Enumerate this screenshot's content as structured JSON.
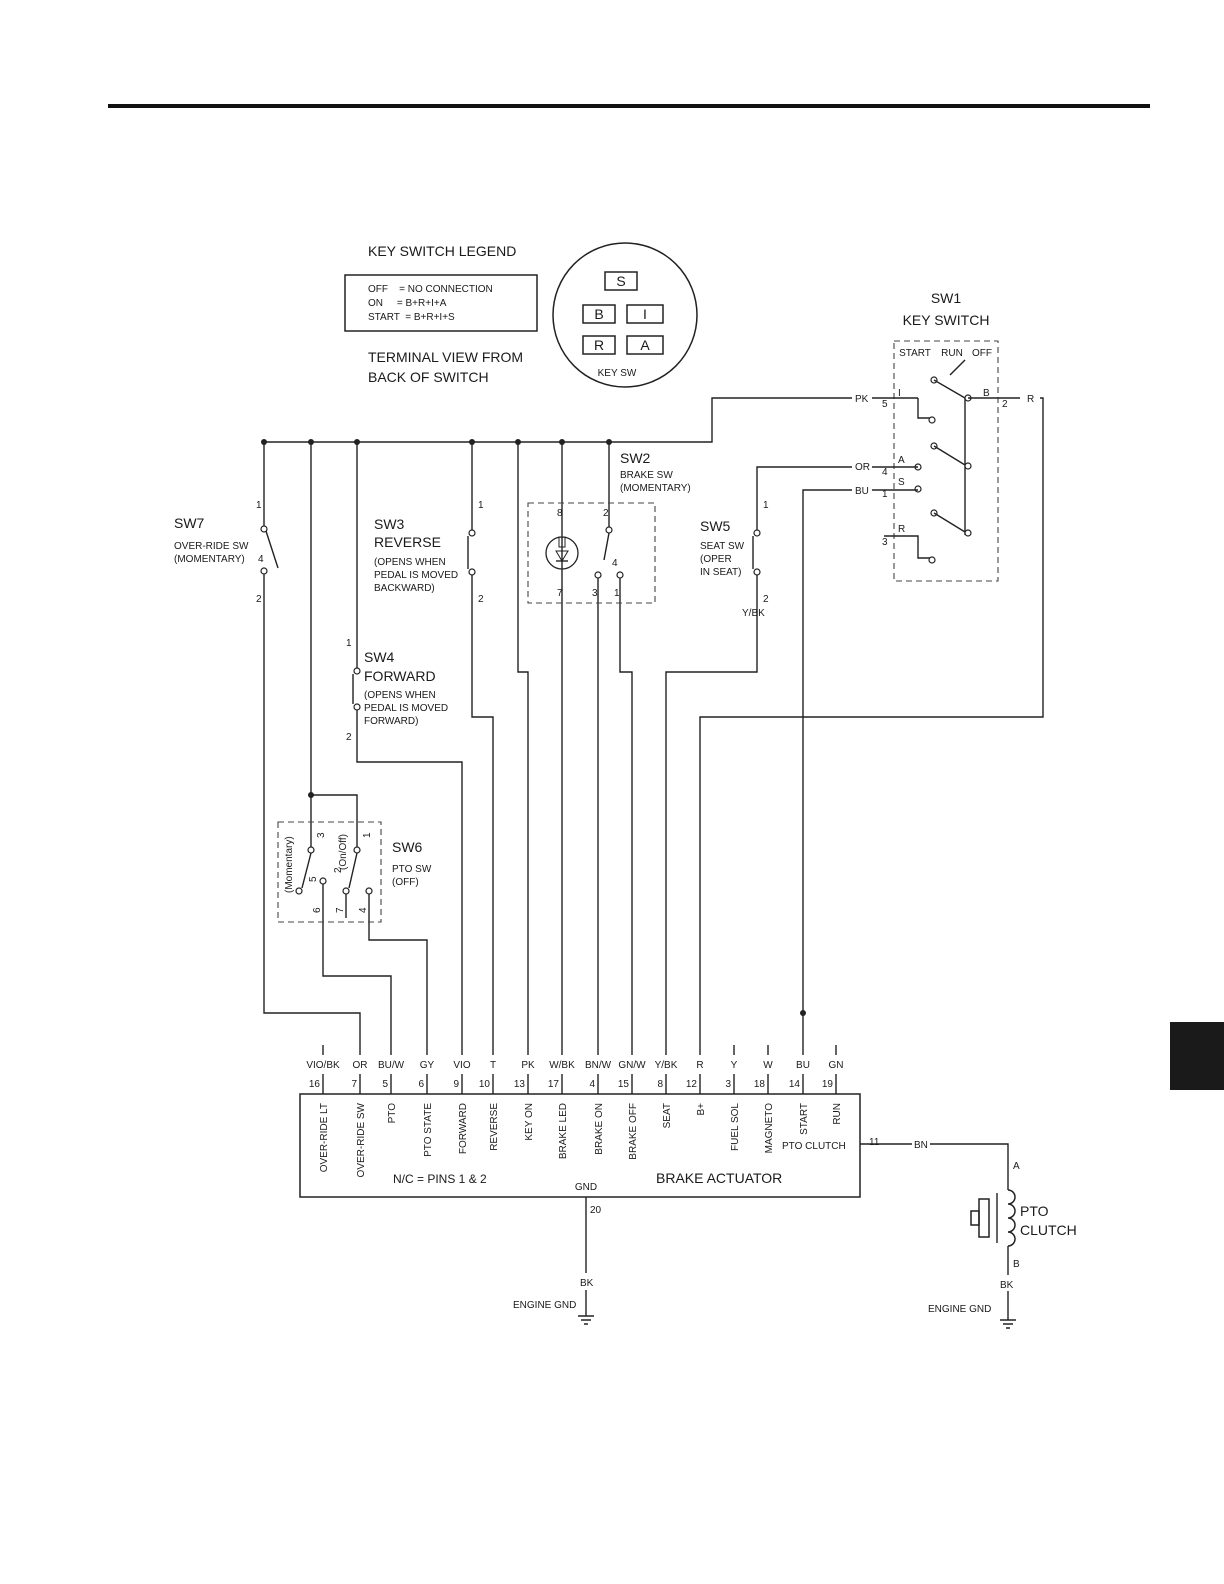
{
  "legend": {
    "title": "KEY SWITCH LEGEND",
    "rows": [
      "OFF    = NO CONNECTION",
      "ON     = B+R+I+A",
      "START  = B+R+I+S"
    ],
    "terminal_view": [
      "TERMINAL VIEW FROM",
      "BACK OF SWITCH"
    ]
  },
  "key_face": {
    "terminals": [
      "S",
      "B",
      "I",
      "R",
      "A"
    ],
    "label": "KEY SW"
  },
  "sw1": {
    "id": "SW1",
    "name": "KEY SWITCH",
    "positions": [
      "START",
      "RUN",
      "OFF"
    ],
    "pins": {
      "p5": "5",
      "p2": "2",
      "p4": "4",
      "p1": "1",
      "p3": "3"
    },
    "terminal_letters": {
      "I": "I",
      "B": "B",
      "A": "A",
      "S": "S",
      "R": "R"
    },
    "wires": {
      "pk": "PK",
      "r": "R",
      "or": "OR",
      "bu": "BU"
    }
  },
  "sw2": {
    "id": "SW2",
    "name": "BRAKE SW",
    "note": "(MOMENTARY)",
    "pins": [
      "8",
      "2",
      "7",
      "3",
      "1",
      "4"
    ]
  },
  "sw3": {
    "id": "SW3",
    "name": "REVERSE",
    "note": [
      "(OPENS WHEN",
      "PEDAL IS MOVED",
      "BACKWARD)"
    ],
    "pins": [
      "1",
      "2"
    ]
  },
  "sw4": {
    "id": "SW4",
    "name": "FORWARD",
    "note": [
      "(OPENS WHEN",
      "PEDAL IS MOVED",
      "FORWARD)"
    ],
    "pins": [
      "1",
      "2"
    ]
  },
  "sw5": {
    "id": "SW5",
    "name": "SEAT SW",
    "note": [
      "(OPER",
      "IN SEAT)"
    ],
    "pins": [
      "1",
      "2"
    ],
    "wire": "Y/BK"
  },
  "sw6": {
    "id": "SW6",
    "name": "PTO SW",
    "note": "(OFF)",
    "modes": [
      "(Momentary)",
      "(On/Off)"
    ],
    "pins": [
      "3",
      "1",
      "5",
      "2",
      "6",
      "7",
      "4"
    ]
  },
  "sw7": {
    "id": "SW7",
    "name": "OVER-RIDE SW",
    "note": "(MOMENTARY)",
    "pins": [
      "1",
      "4",
      "2"
    ]
  },
  "connector": {
    "wires": [
      "VIO/BK",
      "OR",
      "BU/W",
      "GY",
      "VIO",
      "T",
      "PK",
      "W/BK",
      "BN/W",
      "GN/W",
      "Y/BK",
      "R",
      "Y",
      "W",
      "BU",
      "GN"
    ],
    "pins": [
      "16",
      "7",
      "5",
      "6",
      "9",
      "10",
      "13",
      "17",
      "4",
      "15",
      "8",
      "12",
      "3",
      "18",
      "14",
      "19"
    ],
    "functions": [
      "OVER-RIDE LT",
      "OVER-RIDE SW",
      "PTO",
      "PTO STATE",
      "FORWARD",
      "REVERSE",
      "KEY ON",
      "BRAKE LED",
      "BRAKE ON",
      "BRAKE OFF",
      "SEAT",
      "B+",
      "FUEL SOL",
      "MAGNETO",
      "START",
      "RUN"
    ]
  },
  "actuator": {
    "name": "BRAKE ACTUATOR",
    "nc_note": "N/C = PINS 1 & 2",
    "gnd_label": "GND",
    "gnd_pin": "20",
    "gnd_wire": "BK",
    "pto_label": "PTO CLUTCH",
    "pto_pin": "11",
    "pto_wire": "BN"
  },
  "pto_clutch": {
    "name": [
      "PTO",
      "CLUTCH"
    ],
    "terminal_a": "A",
    "terminal_b": "B",
    "wire": "BK"
  },
  "ground_label": "ENGINE GND"
}
